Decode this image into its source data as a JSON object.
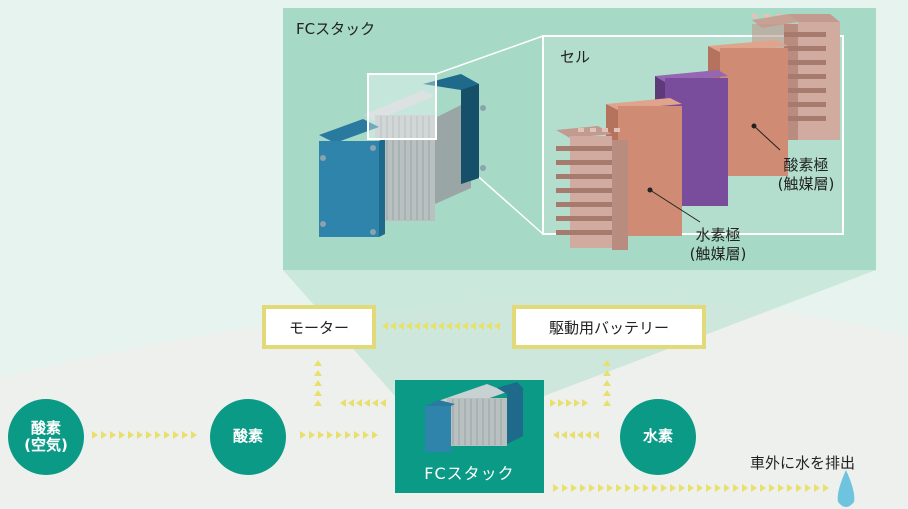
{
  "stack_panel": {
    "title": "FCスタック"
  },
  "cell_panel": {
    "title": "セル"
  },
  "layers": {
    "oxygen_electrode": "酸素極\n(触媒層)",
    "hydrogen_electrode": "水素極\n(触媒層)"
  },
  "flow": {
    "oxygen_air": "酸素\n(空気)",
    "oxygen": "酸素",
    "hydrogen": "水素",
    "fc_stack": "FCスタック",
    "motor": "モーター",
    "battery": "駆動用バッテリー",
    "water_out": "車外に水を排出"
  },
  "colors": {
    "teal": "#0a9a86",
    "panel": "#a6d9c6",
    "arrow": "#e2d979",
    "purple": "#7a4c9c",
    "copper": "#cf8b73",
    "plate": "#d2aba0"
  }
}
